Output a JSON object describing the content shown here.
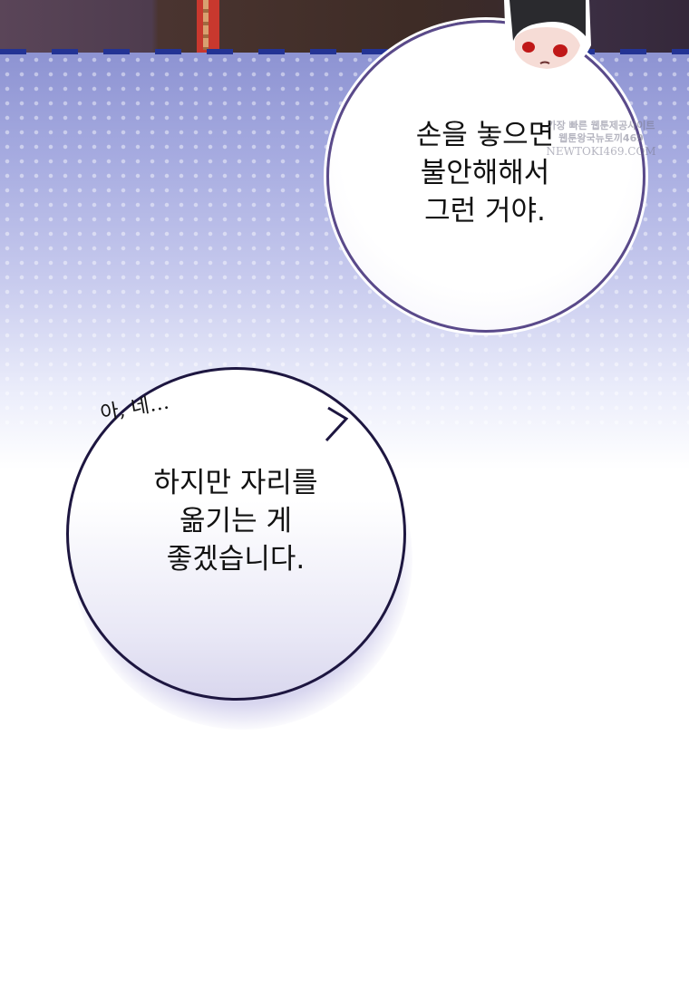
{
  "panel": {
    "bubble_top_right": "손을 놓으면\n불안해해서\n그런 거야.",
    "aside_text": "아, 네…",
    "bubble_bottom_left": "하지만 자리를\n옮기는 게\n좋겠습니다."
  },
  "watermark": {
    "line1": "가장 빠른 웹툰제공사이트",
    "line2": "웹툰왕국뉴토끼469",
    "line3": "NEWTOKI469.COM"
  },
  "colors": {
    "dash": "#233394",
    "bubble_border_top": "#5a4a8a",
    "bubble_border_bottom": "#1d1640"
  }
}
